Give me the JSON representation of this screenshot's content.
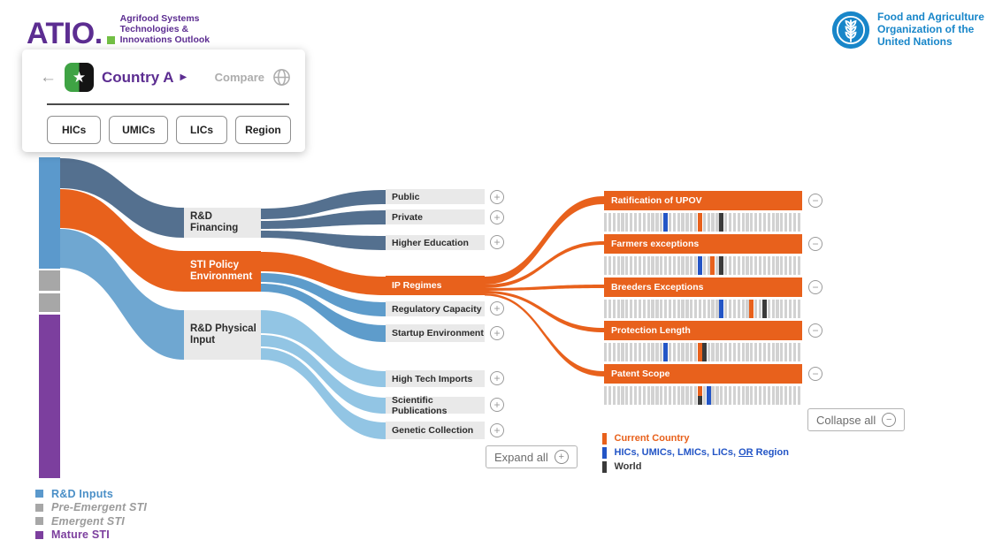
{
  "header": {
    "atio": {
      "wordmark": "ATIO.",
      "tagline": [
        "Agrifood Systems",
        "Technologies &",
        "Innovations Outlook"
      ]
    },
    "fao": {
      "name_lines": [
        "Food and Agriculture",
        "Organization of the",
        "United Nations"
      ]
    }
  },
  "country_card": {
    "country_name": "Country A",
    "compare_label": "Compare",
    "filters": [
      "HICs",
      "UMICs",
      "LICs",
      "Region"
    ]
  },
  "actions": {
    "expand_all": "Expand all",
    "collapse_all": "Collapse all"
  },
  "colors": {
    "accent_orange": "#E8611C",
    "flow_financing": "#54708F",
    "flow_policy": "#E8611C",
    "flow_policy_secondary": "#5E9CCB",
    "flow_physical_in": "#6FA7D1",
    "flow_physical_out": "#92C5E4",
    "rd_inputs": "#5B99CC",
    "pre_emergent": "#A7A7A7",
    "emergent": "#A7A7A7",
    "mature": "#7C3F9E",
    "node_gray": "#E9E9E9",
    "strip_gray": "#D2D2D2",
    "series_country": "#E8611C",
    "series_benchmark": "#2355C6",
    "series_world": "#3A3A3A",
    "atio_purple": "#5C2D91",
    "atio_green": "#72BF44",
    "fao_blue": "#1886C9"
  },
  "sankey": {
    "source_bar": [
      {
        "stage": "R&D Inputs",
        "color_key": "rd_inputs"
      },
      {
        "stage": "Pre-Emergent STI",
        "color_key": "pre_emergent"
      },
      {
        "stage": "Emergent STI",
        "color_key": "emergent"
      },
      {
        "stage": "Mature STI",
        "color_key": "mature"
      }
    ],
    "level1": [
      {
        "label": "R&D Financing",
        "selected": false
      },
      {
        "label": "STI Policy Environment",
        "selected": true
      },
      {
        "label": "R&D Physical Input",
        "selected": false
      }
    ],
    "level2": [
      {
        "label": "Public",
        "selected": false
      },
      {
        "label": "Private",
        "selected": false
      },
      {
        "label": "Higher Education",
        "selected": false
      },
      {
        "label": "IP Regimes",
        "selected": true
      },
      {
        "label": "Regulatory Capacity",
        "selected": false
      },
      {
        "label": "Startup Environment",
        "selected": false
      },
      {
        "label": "High Tech Imports",
        "selected": false
      },
      {
        "label": "Scientific Publications",
        "selected": false
      },
      {
        "label": "Genetic Collection",
        "selected": false
      }
    ],
    "flows": [
      {
        "id": "inputs-financing",
        "from": "R&D Inputs",
        "to": "R&D Financing",
        "color_key": "flow_financing"
      },
      {
        "id": "inputs-policy",
        "from": "R&D Inputs",
        "to": "STI Policy Environment",
        "color_key": "flow_policy"
      },
      {
        "id": "inputs-physical",
        "from": "R&D Inputs",
        "to": "R&D Physical Input",
        "color_key": "flow_physical_in"
      },
      {
        "id": "financing-public",
        "from": "R&D Financing",
        "to": "Public",
        "color_key": "flow_financing"
      },
      {
        "id": "financing-private",
        "from": "R&D Financing",
        "to": "Private",
        "color_key": "flow_financing"
      },
      {
        "id": "financing-higher",
        "from": "R&D Financing",
        "to": "Higher Education",
        "color_key": "flow_financing"
      },
      {
        "id": "policy-ip",
        "from": "STI Policy Environment",
        "to": "IP Regimes",
        "color_key": "flow_policy"
      },
      {
        "id": "policy-regcap",
        "from": "STI Policy Environment",
        "to": "Regulatory Capacity",
        "color_key": "flow_policy_secondary"
      },
      {
        "id": "policy-startup",
        "from": "STI Policy Environment",
        "to": "Startup Environment",
        "color_key": "flow_policy_secondary"
      },
      {
        "id": "ip-upov",
        "from": "IP Regimes",
        "to": "Ratification of UPOV",
        "color_key": "flow_policy"
      },
      {
        "id": "ip-farmers",
        "from": "IP Regimes",
        "to": "Farmers exceptions",
        "color_key": "flow_policy"
      },
      {
        "id": "ip-breeders",
        "from": "IP Regimes",
        "to": "Breeders Exceptions",
        "color_key": "flow_policy"
      },
      {
        "id": "ip-protection",
        "from": "IP Regimes",
        "to": "Protection Length",
        "color_key": "flow_policy"
      },
      {
        "id": "ip-patent",
        "from": "IP Regimes",
        "to": "Patent Scope",
        "color_key": "flow_policy"
      },
      {
        "id": "physical-hightech",
        "from": "R&D Physical Input",
        "to": "High Tech Imports",
        "color_key": "flow_physical_out"
      },
      {
        "id": "physical-scipub",
        "from": "R&D Physical Input",
        "to": "Scientific Publications",
        "color_key": "flow_physical_out"
      },
      {
        "id": "physical-genetic",
        "from": "R&D Physical Input",
        "to": "Genetic Collection",
        "color_key": "flow_physical_out"
      }
    ],
    "indicators": [
      {
        "label": "Ratification of UPOV",
        "bars": 46,
        "markers": [
          {
            "series": "benchmark",
            "index": 14
          },
          {
            "series": "country",
            "index": 22
          },
          {
            "series": "world",
            "index": 27
          }
        ]
      },
      {
        "label": "Farmers exceptions",
        "bars": 46,
        "markers": [
          {
            "series": "benchmark",
            "index": 22
          },
          {
            "series": "country",
            "index": 25
          },
          {
            "series": "world",
            "index": 27
          }
        ]
      },
      {
        "label": "Breeders Exceptions",
        "bars": 46,
        "markers": [
          {
            "series": "benchmark",
            "index": 27
          },
          {
            "series": "country",
            "index": 34
          },
          {
            "series": "world",
            "index": 37
          }
        ]
      },
      {
        "label": "Protection Length",
        "bars": 46,
        "markers": [
          {
            "series": "benchmark",
            "index": 14
          },
          {
            "series": "country",
            "index": 22
          },
          {
            "series": "world",
            "index": 23
          }
        ]
      },
      {
        "label": "Patent Scope",
        "bars": 46,
        "markers": [
          {
            "series": "country",
            "index": 22,
            "half": "top"
          },
          {
            "series": "world",
            "index": 22,
            "half": "bottom"
          },
          {
            "series": "benchmark",
            "index": 24
          }
        ]
      }
    ],
    "series_legend": [
      {
        "label": "Current Country",
        "color_key": "series_country"
      },
      {
        "prefix": "HICs, UMICs, LMICs, LICs, ",
        "underline": "OR",
        "suffix": " Region",
        "color_key": "series_benchmark"
      },
      {
        "label": "World",
        "color_key": "series_world"
      }
    ],
    "stage_legend": [
      {
        "label": "R&D Inputs",
        "color_key": "rd_inputs",
        "italic": false,
        "text_color": "#4A8FC7"
      },
      {
        "label": "Pre-Emergent STI",
        "color_key": "pre_emergent",
        "italic": true,
        "text_color": "#9B9B9B"
      },
      {
        "label": "Emergent STI",
        "color_key": "emergent",
        "italic": true,
        "text_color": "#9B9B9B"
      },
      {
        "label": "Mature STI",
        "color_key": "mature",
        "italic": false,
        "text_color": "#7C3F9E"
      }
    ]
  },
  "chart_data": {
    "type": "sankey",
    "links": [
      {
        "source": "R&D Inputs",
        "target": "R&D Financing"
      },
      {
        "source": "R&D Inputs",
        "target": "STI Policy Environment"
      },
      {
        "source": "R&D Inputs",
        "target": "R&D Physical Input"
      },
      {
        "source": "R&D Financing",
        "target": "Public"
      },
      {
        "source": "R&D Financing",
        "target": "Private"
      },
      {
        "source": "R&D Financing",
        "target": "Higher Education"
      },
      {
        "source": "STI Policy Environment",
        "target": "IP Regimes"
      },
      {
        "source": "STI Policy Environment",
        "target": "Regulatory Capacity"
      },
      {
        "source": "STI Policy Environment",
        "target": "Startup Environment"
      },
      {
        "source": "IP Regimes",
        "target": "Ratification of UPOV"
      },
      {
        "source": "IP Regimes",
        "target": "Farmers exceptions"
      },
      {
        "source": "IP Regimes",
        "target": "Breeders Exceptions"
      },
      {
        "source": "IP Regimes",
        "target": "Protection Length"
      },
      {
        "source": "IP Regimes",
        "target": "Patent Scope"
      },
      {
        "source": "R&D Physical Input",
        "target": "High Tech Imports"
      },
      {
        "source": "R&D Physical Input",
        "target": "Scientific Publications"
      },
      {
        "source": "R&D Physical Input",
        "target": "Genetic Collection"
      }
    ],
    "indicator_strips": [
      {
        "indicator": "Ratification of UPOV",
        "markers_pct": {
          "benchmark": 31,
          "country": 48,
          "world": 59
        }
      },
      {
        "indicator": "Farmers exceptions",
        "markers_pct": {
          "benchmark": 48,
          "country": 55,
          "world": 60
        }
      },
      {
        "indicator": "Breeders Exceptions",
        "markers_pct": {
          "benchmark": 59,
          "country": 74,
          "world": 81
        }
      },
      {
        "indicator": "Protection Length",
        "markers_pct": {
          "benchmark": 31,
          "country": 48,
          "world": 51
        }
      },
      {
        "indicator": "Patent Scope",
        "markers_pct": {
          "country": 48,
          "world": 48,
          "benchmark": 53
        }
      }
    ]
  }
}
